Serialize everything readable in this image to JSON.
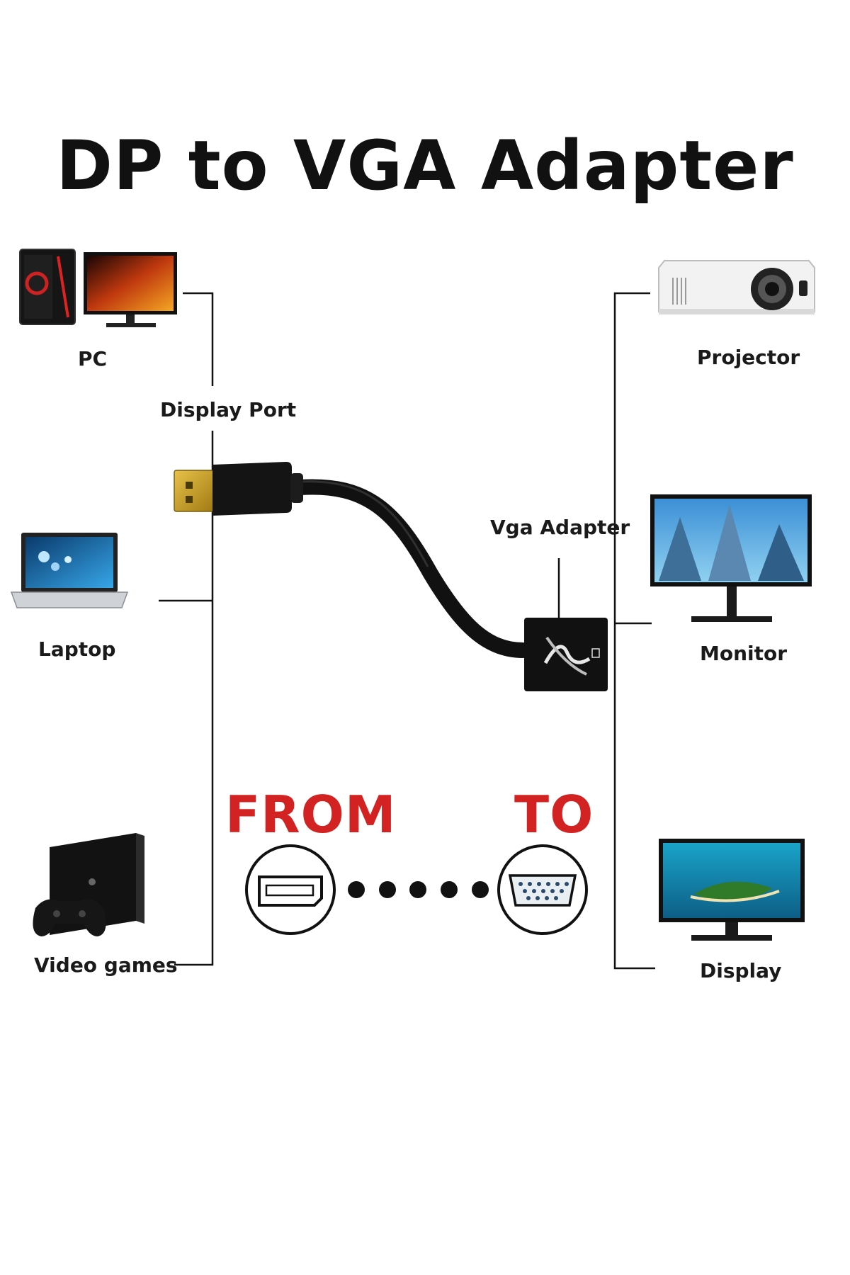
{
  "title": "DP to VGA Adapter",
  "sources": {
    "pc": "PC",
    "laptop": "Laptop",
    "video_games": "Video games"
  },
  "display_port_label": "Display Port",
  "vga_adapter_label": "Vga Adapter",
  "targets": {
    "projector": "Projector",
    "monitor": "Monitor",
    "display": "Display"
  },
  "from_label": "FROM",
  "to_label": "TO",
  "colors": {
    "accent_red": "#d32222",
    "cable": "#111111",
    "connector_gold": "#c9a227"
  }
}
